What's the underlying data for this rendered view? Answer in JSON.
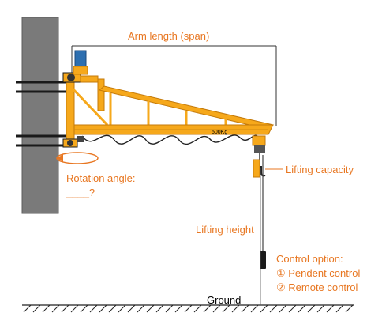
{
  "labels": {
    "arm_length": "Arm length (span)",
    "rotation_angle": "Rotation angle:",
    "rotation_blank": "____?",
    "lifting_capacity": "Lifting capacity",
    "lifting_height": "Lifting height",
    "control_option": "Control option:",
    "pendent_control": "①  Pendent control",
    "remote_control": "②  Remote control",
    "ground": "Ground",
    "beam_rating": "500Kg"
  },
  "colors": {
    "label_orange": "#e87722",
    "crane_yellow": "#f6a81b",
    "crane_outline": "#c47a0a",
    "column_gray": "#7a7a7a",
    "motor_blue": "#2d6fb0"
  },
  "icons": [
    "rotation-arrow-icon"
  ]
}
